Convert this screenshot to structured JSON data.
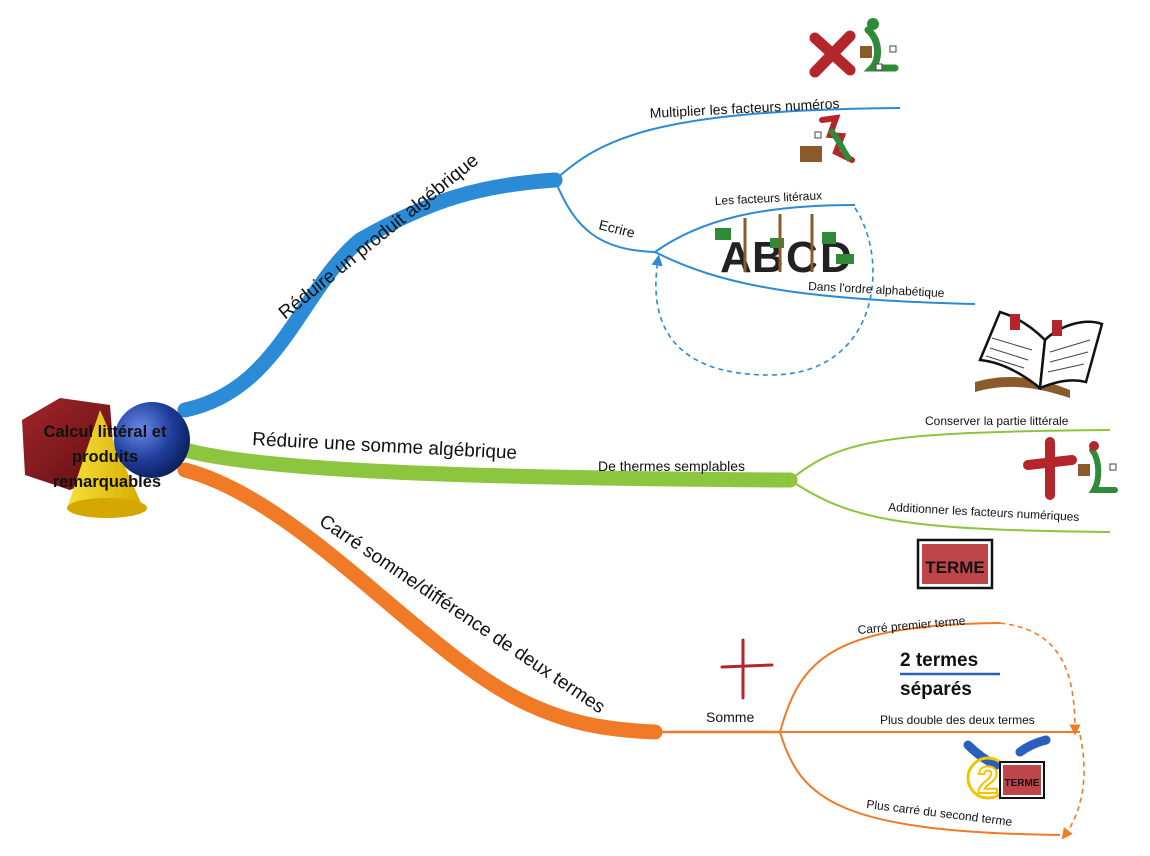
{
  "center": {
    "lines": [
      "Calcul littéral et",
      "produits",
      "remarquables"
    ]
  },
  "branches": {
    "produit": {
      "label": "Réduire un produit algébrique",
      "color": "#2b8bd6",
      "multiplier": "Multiplier les facteurs numéros",
      "ecrire": "Ecrire",
      "facteurs_literaux": "Les facteurs litéraux",
      "ordre": "Dans l'ordre alphabétique",
      "letters": [
        "A",
        "B",
        "C",
        "D"
      ]
    },
    "somme": {
      "label": "Réduire une somme algébrique",
      "color": "#8cc63f",
      "termes": "De thermes semplables",
      "conserver": "Conserver la partie littérale",
      "additionner": "Additionner les facteurs numériques"
    },
    "carre": {
      "label": "Carré somme/différence de deux termes",
      "color": "#f07a25",
      "somme": "Somme",
      "premier": "Carré premier terme",
      "double": "Plus double des deux termes",
      "second": "Plus carré du second terme"
    }
  },
  "icons": {
    "terme_word": "TERME",
    "deux_termes_line1": "2 termes",
    "deux_termes_line2": "séparés",
    "deux_digit": "2",
    "two_terme": "TERME"
  },
  "colors": {
    "red": "#b3262b",
    "green": "#2e8b3a",
    "brown": "#8a5a2b",
    "yellow": "#f2c500"
  }
}
